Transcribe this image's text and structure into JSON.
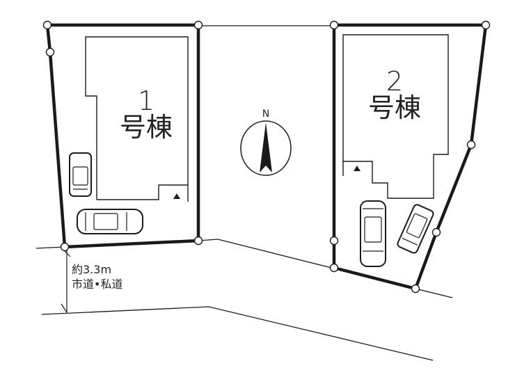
{
  "lots": [
    {
      "number": "1",
      "suffix": "号棟"
    },
    {
      "number": "2",
      "suffix": "号棟"
    }
  ],
  "compass": {
    "label": "N"
  },
  "road": {
    "width": "約3.3m",
    "type": "市道•私道"
  },
  "colors": {
    "line": "#1a1a1a",
    "background": "#ffffff"
  }
}
